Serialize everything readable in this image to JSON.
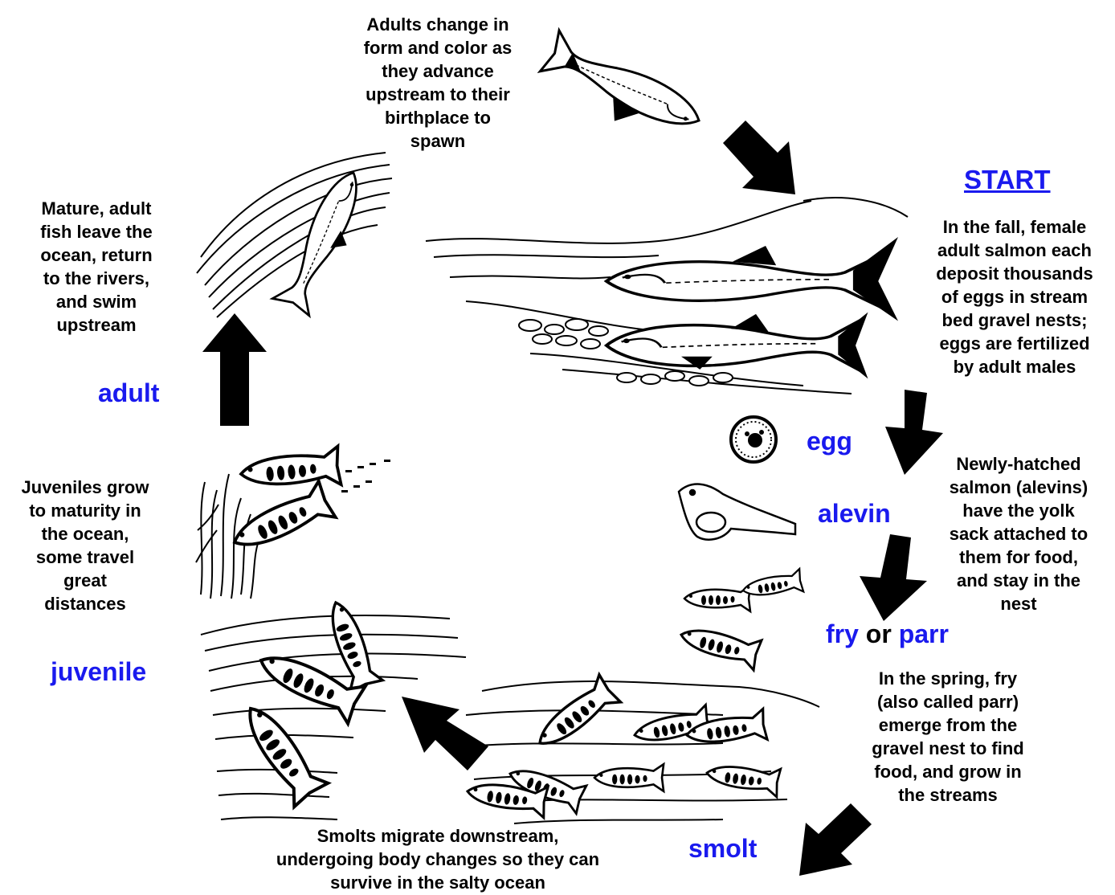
{
  "start_link": "START",
  "descriptions": {
    "spawning": "In the fall, female\nadult salmon each\ndeposit thousands\nof eggs in stream\nbed gravel nests;\neggs are fertilized\nby adult males",
    "alevin": "Newly-hatched\nsalmon (alevins)\nhave the yolk\nsack attached to\nthem for food,\nand stay in the\nnest",
    "fry": "In the spring, fry\n(also called parr)\nemerge from the\ngravel nest to find\nfood, and grow in\nthe streams",
    "smolt": "Smolts migrate downstream,\nundergoing body changes so they can\nsurvive in the salty ocean",
    "juvenile": "Juveniles grow\nto maturity in\nthe ocean,\nsome travel\ngreat\ndistances",
    "adult": "Mature, adult\nfish leave the\nocean, return\nto the rivers,\nand swim\nupstream",
    "upstream": "Adults change in\nform and color as\nthey advance\nupstream to their\nbirthplace to\nspawn"
  },
  "stages": {
    "egg": "egg",
    "alevin": "alevin",
    "fry": "fry",
    "or": "or",
    "parr": "parr",
    "smolt": "smolt",
    "juvenile": "juvenile",
    "adult": "adult"
  },
  "colors": {
    "stage_label": "#1a1aee",
    "text": "#000000",
    "arrow": "#000000"
  },
  "icons": [
    "arrow-icon",
    "salmon-illustration",
    "egg-illustration",
    "alevin-illustration",
    "water-ripple"
  ]
}
